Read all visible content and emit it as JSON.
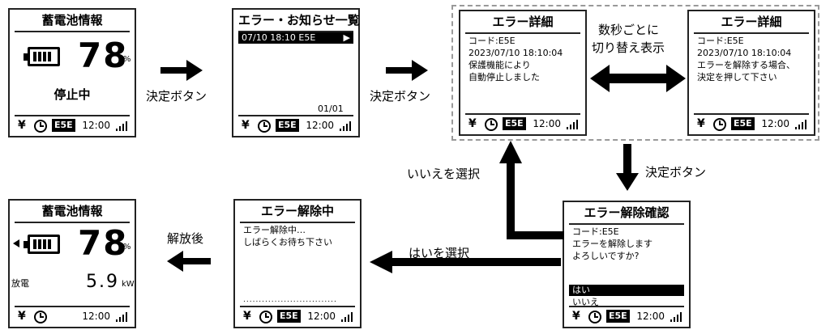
{
  "screens": {
    "battery_stopped": {
      "title": "蓄電池情報",
      "percent": "78",
      "percent_unit": "%",
      "state": "停止中",
      "status": {
        "yen": "¥",
        "code": "E5E",
        "time": "12:00"
      }
    },
    "error_list": {
      "title": "エラー・お知らせ一覧",
      "item": "07/10 18:10 E5E",
      "item_arrow": "▶",
      "page": "01/01",
      "status": {
        "yen": "¥",
        "code": "E5E",
        "time": "12:00"
      }
    },
    "error_detail_1": {
      "title": "エラー詳細",
      "code_line": "コード:E5E",
      "datetime": "2023/07/10 18:10:04",
      "msg1": "保護機能により",
      "msg2": "自動停止しました",
      "status": {
        "yen": "¥",
        "code": "E5E",
        "time": "12:00"
      }
    },
    "error_detail_2": {
      "title": "エラー詳細",
      "code_line": "コード:E5E",
      "datetime": "2023/07/10 18:10:04",
      "msg1": "エラーを解除する場合、",
      "msg2": "決定を押して下さい",
      "status": {
        "yen": "¥",
        "code": "E5E",
        "time": "12:00"
      }
    },
    "error_confirm": {
      "title": "エラー解除確認",
      "code_line": "コード:E5E",
      "msg1": "エラーを解除します",
      "msg2": "よろしいですか?",
      "yes": "はい",
      "no": "いいえ",
      "status": {
        "yen": "¥",
        "code": "E5E",
        "time": "12:00"
      }
    },
    "error_releasing": {
      "title": "エラー解除中",
      "msg1": "エラー解除中…",
      "msg2": "しばらくお待ち下さい",
      "dots": "..............................",
      "status": {
        "yen": "¥",
        "code": "E5E",
        "time": "12:00"
      }
    },
    "battery_discharging": {
      "title": "蓄電池情報",
      "percent": "78",
      "percent_unit": "%",
      "mode": "放電",
      "power": "5.9",
      "power_unit": "kW",
      "status": {
        "yen": "¥",
        "time": "12:00"
      }
    }
  },
  "labels": {
    "enter1": "決定ボタン",
    "enter2": "決定ボタン",
    "toggle_l1": "数秒ごとに",
    "toggle_l2": "切り替え表示",
    "enter3": "決定ボタン",
    "select_no": "いいえを選択",
    "select_yes": "はいを選択",
    "after_release": "解放後"
  },
  "colors": {
    "border": "#222222",
    "dashed": "#999999",
    "arrow": "#000000"
  }
}
